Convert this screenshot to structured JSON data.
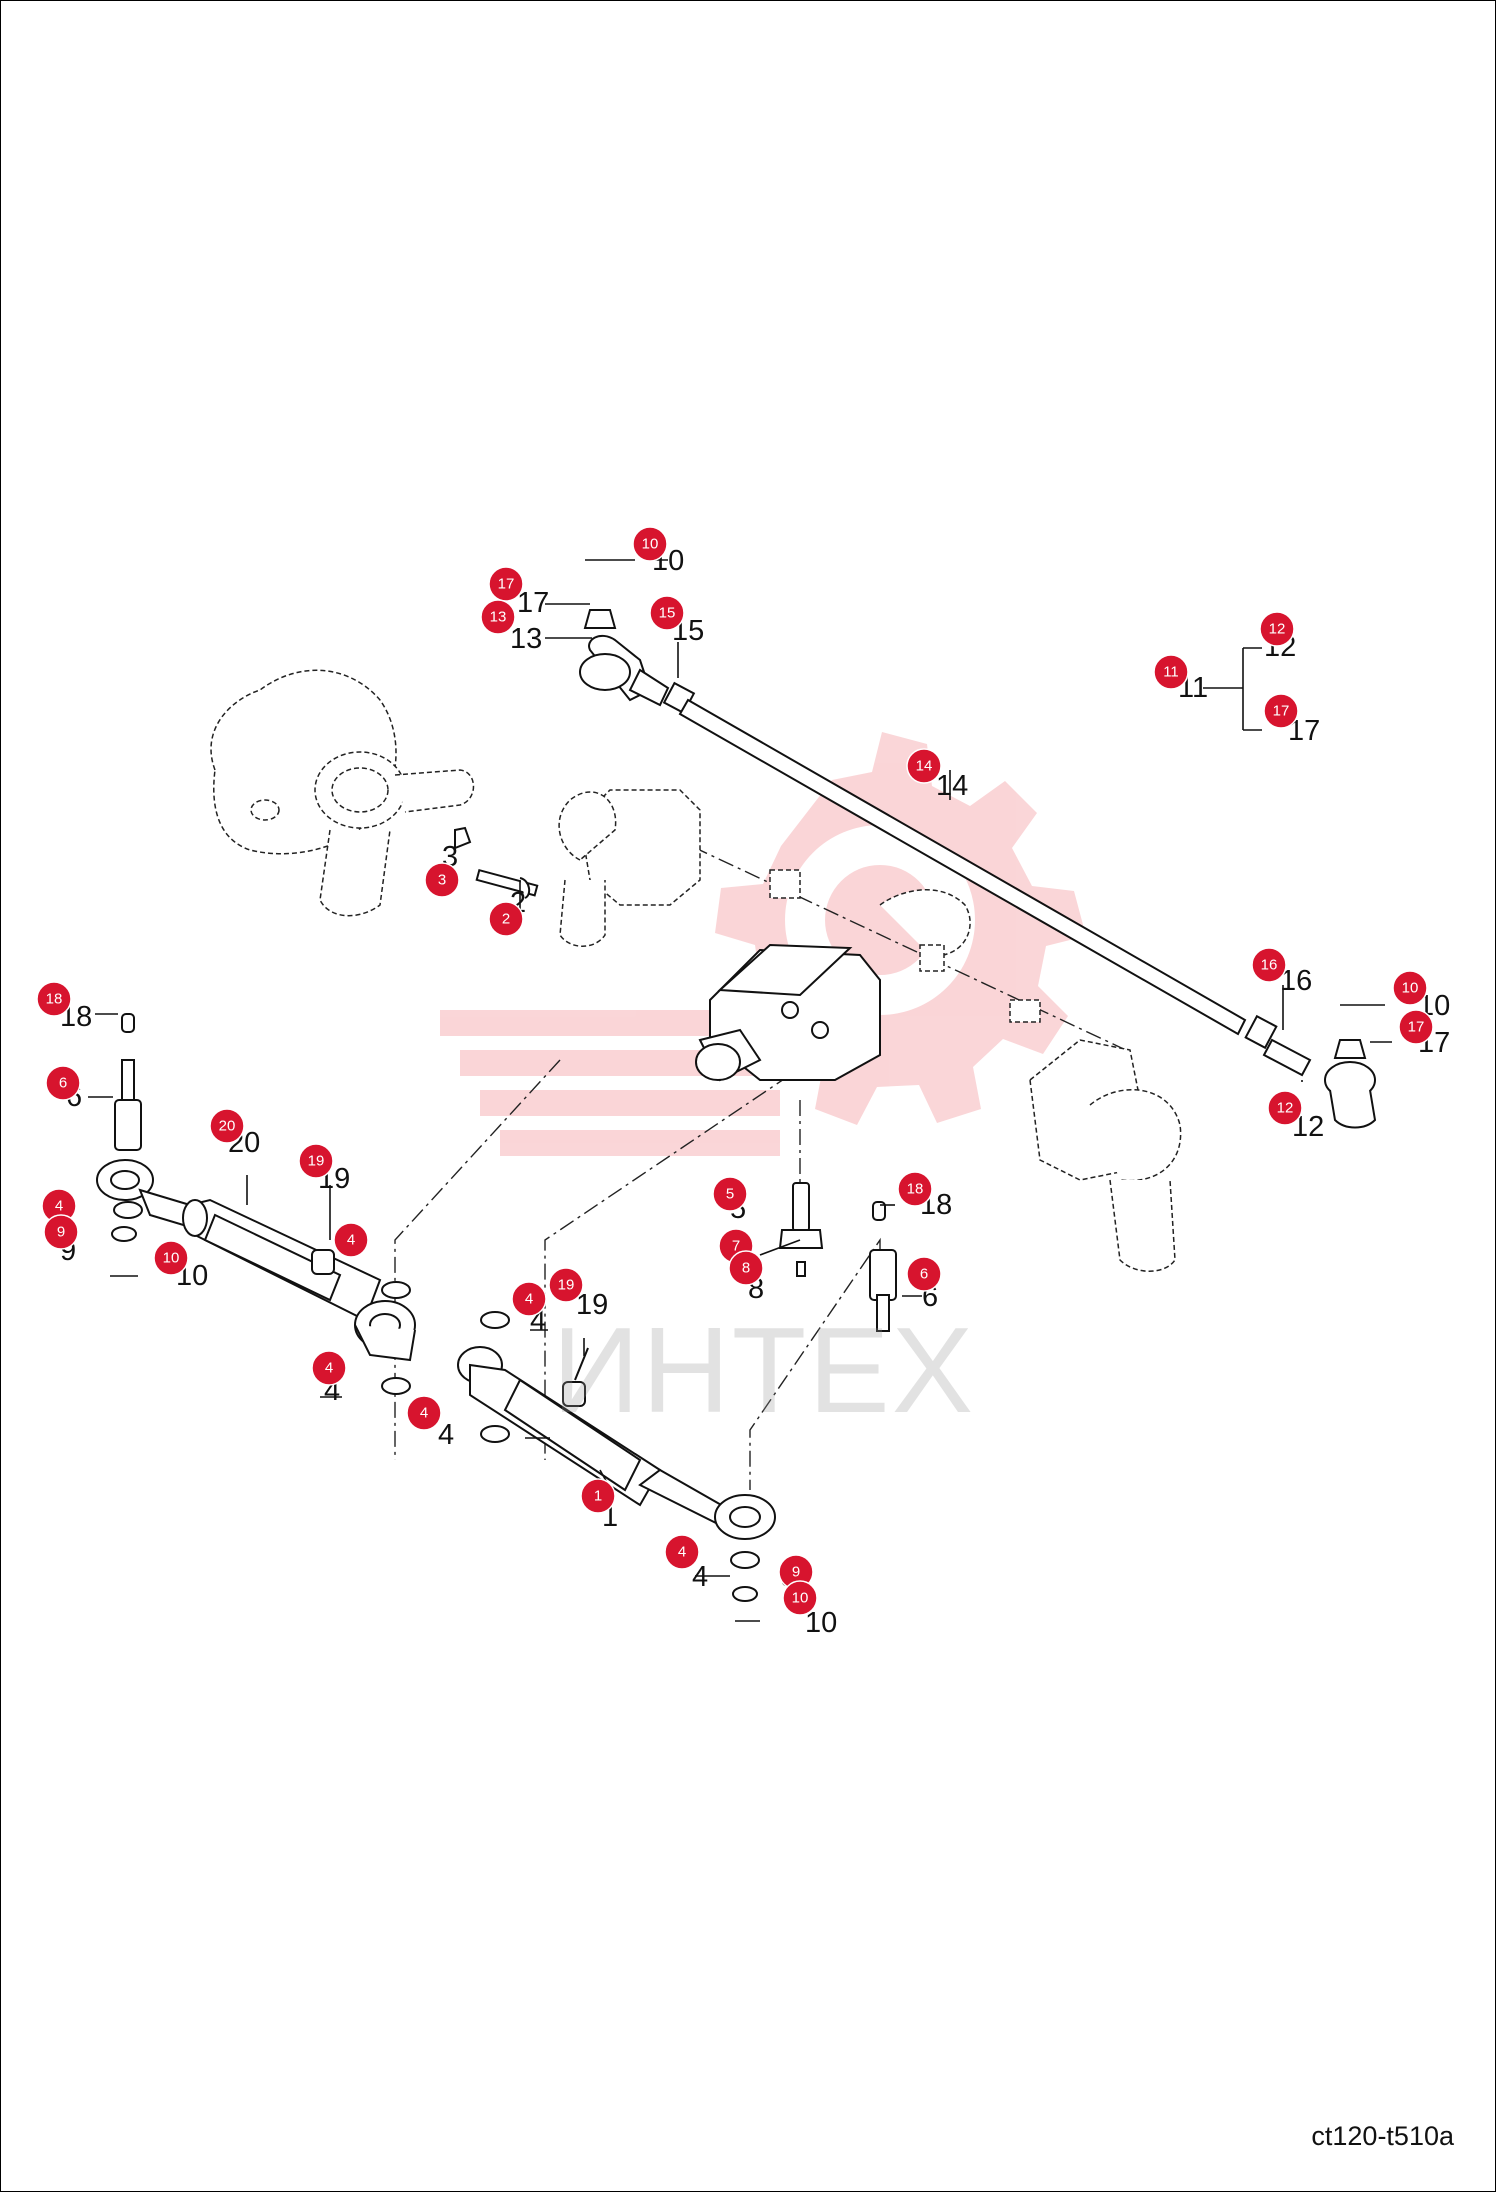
{
  "watermark": {
    "text": "ИНТЕХ",
    "color": "#e8323c"
  },
  "drawing_code": "ct120-t510a",
  "badge_color": "#d7142e",
  "callouts": [
    {
      "id": "c10a",
      "num": "10",
      "badge": "10",
      "lbl": "10"
    },
    {
      "id": "c17a",
      "num": "17",
      "badge": "17",
      "lbl": "17"
    },
    {
      "id": "c13",
      "num": "13",
      "badge": "13",
      "lbl": "13"
    },
    {
      "id": "c15",
      "num": "15",
      "badge": "15",
      "lbl": "15"
    },
    {
      "id": "c12a",
      "num": "12",
      "badge": "12",
      "lbl": "12"
    },
    {
      "id": "c11",
      "num": "11",
      "badge": "11",
      "lbl": "11"
    },
    {
      "id": "c17b",
      "num": "17",
      "badge": "17",
      "lbl": "17"
    },
    {
      "id": "c14",
      "num": "14",
      "badge": "14",
      "lbl": "14"
    },
    {
      "id": "c3",
      "num": "3",
      "badge": "3",
      "lbl": "3"
    },
    {
      "id": "c2",
      "num": "2",
      "badge": "2",
      "lbl": "2"
    },
    {
      "id": "c16",
      "num": "16",
      "badge": "16",
      "lbl": "16"
    },
    {
      "id": "c10b",
      "num": "10",
      "badge": "10",
      "lbl": "10"
    },
    {
      "id": "c17c",
      "num": "17",
      "badge": "17",
      "lbl": "17"
    },
    {
      "id": "c12b",
      "num": "12",
      "badge": "12",
      "lbl": "12"
    },
    {
      "id": "c18a",
      "num": "18",
      "badge": "18",
      "lbl": "18"
    },
    {
      "id": "c6a",
      "num": "6",
      "badge": "6",
      "lbl": "6"
    },
    {
      "id": "c20",
      "num": "20",
      "badge": "20",
      "lbl": "20"
    },
    {
      "id": "c19a",
      "num": "19",
      "badge": "19",
      "lbl": "19"
    },
    {
      "id": "c4a",
      "num": "4",
      "badge": "4",
      "lbl": "4"
    },
    {
      "id": "c9a",
      "num": "9",
      "badge": "9",
      "lbl": "9"
    },
    {
      "id": "c10c",
      "num": "10",
      "badge": "10",
      "lbl": "10"
    },
    {
      "id": "c4b",
      "num": "4",
      "badge": "4",
      "lbl": "4"
    },
    {
      "id": "c5",
      "num": "5",
      "badge": "5",
      "lbl": "5"
    },
    {
      "id": "c18b",
      "num": "18",
      "badge": "18",
      "lbl": "18"
    },
    {
      "id": "c7",
      "num": "7",
      "badge": "7",
      "lbl": "7"
    },
    {
      "id": "c8",
      "num": "8",
      "badge": "8",
      "lbl": "8"
    },
    {
      "id": "c6b",
      "num": "6",
      "badge": "6",
      "lbl": "6"
    },
    {
      "id": "c4c",
      "num": "4",
      "badge": "4",
      "lbl": "4"
    },
    {
      "id": "c19b",
      "num": "19",
      "badge": "19",
      "lbl": "19"
    },
    {
      "id": "c4d",
      "num": "4",
      "badge": "4",
      "lbl": "4"
    },
    {
      "id": "c4e",
      "num": "4",
      "badge": "4",
      "lbl": "4"
    },
    {
      "id": "c1",
      "num": "1",
      "badge": "1",
      "lbl": "1"
    },
    {
      "id": "c4f",
      "num": "4",
      "badge": "4",
      "lbl": "4"
    },
    {
      "id": "c9b",
      "num": "9",
      "badge": "9",
      "lbl": "9"
    },
    {
      "id": "c10d",
      "num": "10",
      "badge": "10",
      "lbl": "10"
    }
  ]
}
